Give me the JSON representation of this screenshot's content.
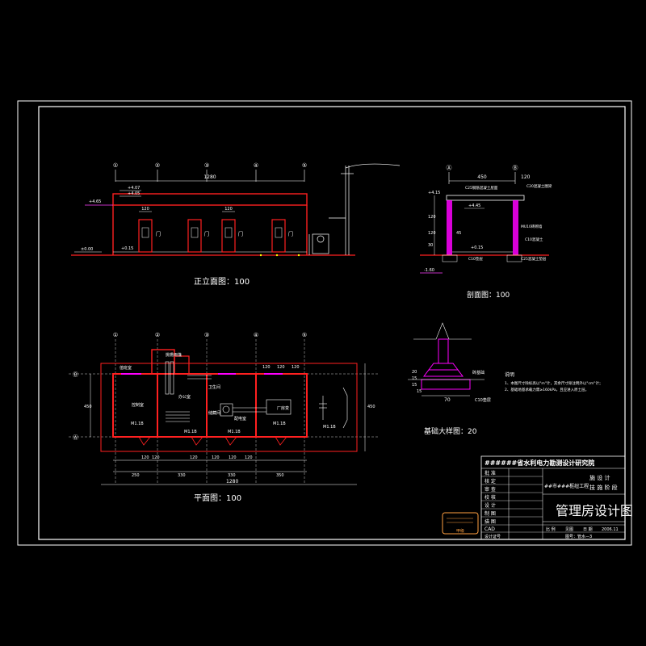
{
  "elevation": {
    "title": "正立面图：100",
    "axes": [
      "①",
      "②",
      "③",
      "④",
      "⑤"
    ],
    "overall": "1280",
    "levels": [
      "+4.65",
      "+4.07",
      "+4.05",
      "+0.15",
      "±0.00"
    ],
    "doors": [
      "门",
      "门",
      "门",
      "门"
    ],
    "dims": [
      "120",
      "120"
    ]
  },
  "section": {
    "title": "剖面图：100",
    "axes": [
      "Ⓐ",
      "Ⓑ"
    ],
    "span": "450",
    "dim_b": "120",
    "levels": [
      "+4.45",
      "+4.15",
      "+0.15",
      "-1.60"
    ],
    "notes": [
      "C25钢筋混凝土屋面",
      "C20混凝土圈梁",
      "MU10砖砌墙",
      "C10混凝土",
      "C10垫层",
      "C25混凝土垫层"
    ],
    "dims": [
      "120",
      "120",
      "45",
      "30"
    ]
  },
  "foundation": {
    "title": "基础大样图：20",
    "note_label": "说明",
    "notes": [
      "1、本图尺寸除标高以\"m\"计，其余尺寸除注明外以\"cm\"计；",
      "2、基础地基承载力需≥160kPa，且应进入原土层。"
    ],
    "callouts": [
      "砖基础",
      "C10垫层"
    ],
    "dims": [
      "20",
      "15",
      "15",
      "15",
      "70"
    ]
  },
  "plan": {
    "title": "平面图：100",
    "axes_h": [
      "①",
      "②",
      "③",
      "④",
      "⑤"
    ],
    "axes_v": [
      "Ⓐ",
      "Ⓑ"
    ],
    "rooms": [
      "值班室",
      "控制室",
      "办公室",
      "卫生间",
      "储藏间",
      "配电室",
      "厂房变"
    ],
    "room_tags": [
      "M1.1B",
      "M1.1B",
      "M1.1B",
      "M1.1B",
      "M1.1B"
    ],
    "tag_top": "挑檐雨篷",
    "dims_top": [
      "120",
      "120",
      "120"
    ],
    "dims_bottom": [
      "120",
      "120",
      "120",
      "120",
      "120",
      "120"
    ],
    "dims_bays": [
      "250",
      "330",
      "330",
      "350"
    ],
    "overall": "1280",
    "side_dim": "450",
    "side_dim_r": "450"
  },
  "titleblock": {
    "institute": "######省水利电力勘测设计研究院",
    "project": "##市###枢纽工程",
    "stage_top": "施 设 计",
    "stage_bottom": "技 施 阶 段",
    "rows": [
      "批 准",
      "核 定",
      "审 查",
      "校 核",
      "设 计",
      "制 图",
      "描 图"
    ],
    "drawing_title": "管理房设计图",
    "cad": "CAD",
    "scale_label": "比 例",
    "scale_value": "见图",
    "date_label": "日 期",
    "date_value": "2006.11",
    "drawing_no_label": "设计证号",
    "drawing_no_value": "图号：管水—3",
    "stamp": "甲级"
  }
}
